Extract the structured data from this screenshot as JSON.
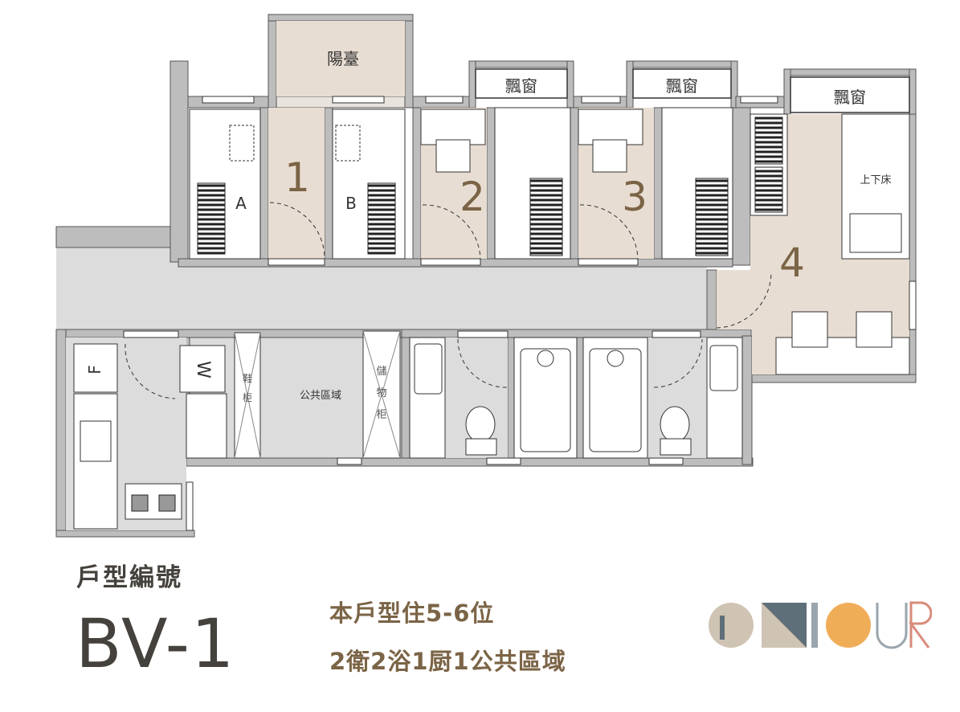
{
  "plan": {
    "balcony_label": "陽臺",
    "bay_window_label": "飄窗",
    "room_numbers": [
      "1",
      "2",
      "3",
      "4"
    ],
    "bed_labels": [
      "A",
      "B"
    ],
    "bunk_bed_label": "上下床",
    "public_area_label": "公共區域",
    "shoe_cabinet_label": [
      "鞋",
      "柜"
    ],
    "storage_cabinet_label": [
      "儲",
      "物",
      "柜"
    ],
    "fridge_label": "F",
    "washer_label": "W"
  },
  "info": {
    "heading": "戶型編號",
    "code": "BV-1",
    "occupancy": "本戶型住5-6位",
    "facilities": "2衛2浴1厨1公共區域"
  },
  "brand": {
    "name": "ONTOUR",
    "colors": {
      "beige": "#cfc3b3",
      "slate": "#5f6f79",
      "orange": "#f0ad58",
      "gray": "#9aa5ad"
    }
  },
  "colors": {
    "wall": "#b8b8b8",
    "corridor": "#dcdcdc",
    "room_fill": "#e8ddd2",
    "number_color": "#7b6446",
    "line": "#2b2b2b"
  }
}
